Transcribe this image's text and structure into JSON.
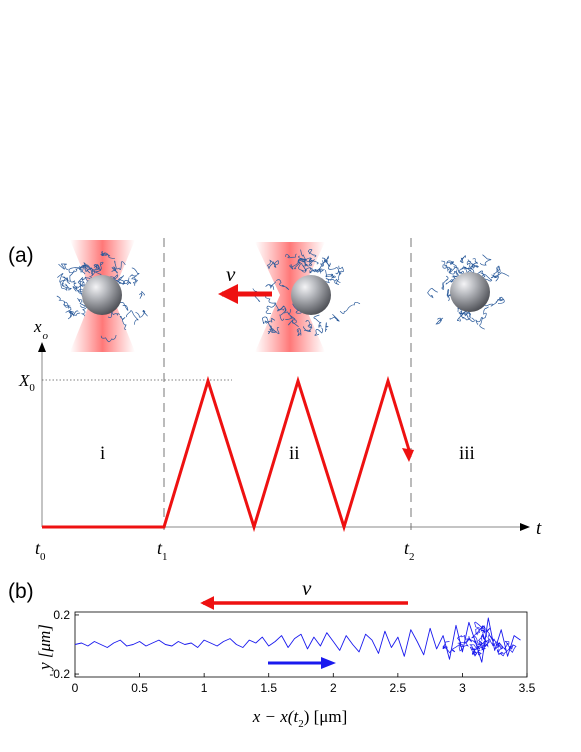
{
  "panel_a": {
    "label": "(a)",
    "y_axis_label": "x",
    "y_axis_label_sub": "o",
    "x_axis_label": "t",
    "amplitude_label": "X",
    "amplitude_label_sub": "0",
    "time_labels": [
      {
        "main": "t",
        "sub": "0"
      },
      {
        "main": "t",
        "sub": "1"
      },
      {
        "main": "t",
        "sub": "2"
      }
    ],
    "regions": [
      "i",
      "ii",
      "iii"
    ],
    "velocity_label": "v",
    "trajectory_color": "#ee1111",
    "laser_color": "#ff6060",
    "polymer_color": "#2a5a9a",
    "bead_color": "#8a8c90"
  },
  "panel_b": {
    "label": "(b)",
    "velocity_label": "v",
    "xlabel": "x − x(t",
    "xlabel_sub": "2",
    "xlabel_suffix": ") [μm]",
    "ylabel": "y [μm]",
    "trace_color": "#1a1aee",
    "arrow_red": "#ee1111",
    "arrow_blue": "#1a1aee",
    "chart_data": {
      "type": "line",
      "xlim": [
        0,
        3.5
      ],
      "ylim": [
        -0.22,
        0.22
      ],
      "xticks": [
        "0",
        "0.5",
        "1",
        "1.5",
        "2",
        "2.5",
        "3",
        "3.5"
      ],
      "yticks": [
        "0.2",
        "-0.2"
      ],
      "series": [
        {
          "values": "Brownian trajectory, amplitude growing with x",
          "x": [
            0.0,
            0.05,
            0.1,
            0.15,
            0.2,
            0.25,
            0.3,
            0.35,
            0.4,
            0.45,
            0.5,
            0.55,
            0.6,
            0.65,
            0.7,
            0.75,
            0.8,
            0.85,
            0.9,
            0.95,
            1.0,
            1.05,
            1.1,
            1.15,
            1.2,
            1.25,
            1.3,
            1.35,
            1.4,
            1.45,
            1.5,
            1.55,
            1.6,
            1.65,
            1.7,
            1.75,
            1.8,
            1.85,
            1.9,
            1.95,
            2.0,
            2.05,
            2.1,
            2.15,
            2.2,
            2.25,
            2.3,
            2.35,
            2.4,
            2.45,
            2.5,
            2.55,
            2.6,
            2.65,
            2.7,
            2.75,
            2.8,
            2.85,
            2.9,
            2.95,
            3.0,
            3.05,
            3.1,
            3.15,
            3.2,
            3.25,
            3.3,
            3.35,
            3.4,
            3.45
          ],
          "y": [
            0.0,
            0.01,
            -0.01,
            0.02,
            0.0,
            -0.02,
            0.01,
            0.03,
            -0.01,
            0.0,
            0.02,
            -0.01,
            0.01,
            0.03,
            0.0,
            -0.01,
            0.02,
            0.0,
            0.01,
            -0.02,
            0.03,
            0.01,
            -0.01,
            0.02,
            0.04,
            0.0,
            -0.02,
            0.03,
            0.01,
            0.05,
            -0.01,
            0.02,
            0.06,
            -0.02,
            0.04,
            0.07,
            -0.03,
            0.05,
            -0.01,
            0.08,
            0.02,
            -0.04,
            0.06,
            0.0,
            -0.05,
            0.07,
            0.03,
            -0.06,
            0.09,
            -0.02,
            0.05,
            -0.08,
            0.1,
            0.02,
            -0.07,
            0.11,
            -0.03,
            0.06,
            -0.1,
            0.13,
            -0.05,
            0.15,
            0.02,
            -0.12,
            0.18,
            -0.04,
            0.1,
            -0.08,
            0.06,
            0.03
          ]
        }
      ]
    }
  }
}
